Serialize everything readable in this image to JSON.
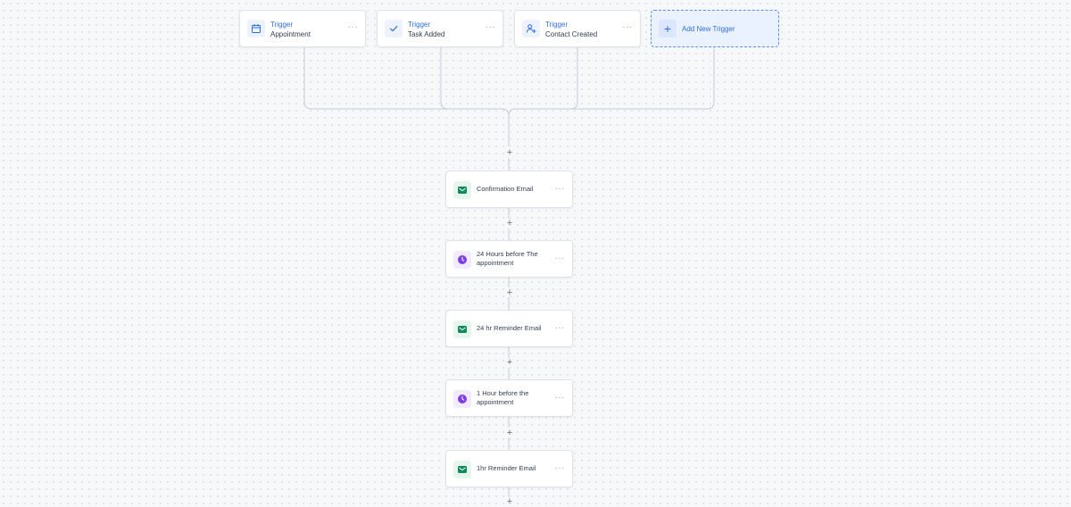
{
  "triggers": [
    {
      "title": "Trigger",
      "subtitle": "Appointment",
      "icon": "calendar-icon",
      "more": "···"
    },
    {
      "title": "Trigger",
      "subtitle": "Task Added",
      "icon": "check-icon",
      "more": "···"
    },
    {
      "title": "Trigger",
      "subtitle": "Contact Created",
      "icon": "user-plus-icon",
      "more": "···"
    }
  ],
  "add_trigger": {
    "label": "Add New Trigger",
    "plus": "+"
  },
  "actions": [
    {
      "label": "Confirmation Email",
      "type": "email",
      "more": "···"
    },
    {
      "label": "24 Hours before The appointment",
      "type": "wait",
      "more": "···"
    },
    {
      "label": "24 hr Reminder Email",
      "type": "email",
      "more": "···"
    },
    {
      "label": "1 Hour before the appointment",
      "type": "wait",
      "more": "···"
    },
    {
      "label": "1hr Reminder Email",
      "type": "email",
      "more": "···"
    }
  ],
  "add_step": "+",
  "colors": {
    "accent": "#2f6fe0",
    "email": "#0f8a5f",
    "wait": "#7e3fe2",
    "connector": "#c5cad3"
  }
}
